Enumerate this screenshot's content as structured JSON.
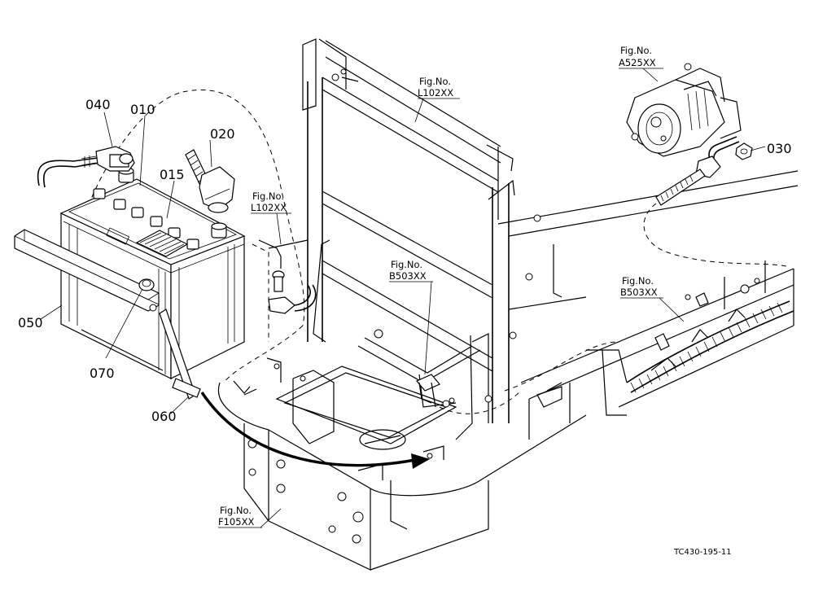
{
  "parts": [
    "040",
    "010",
    "020",
    "015",
    "030",
    "050",
    "070",
    "060"
  ],
  "fig_refs": {
    "a525": {
      "line1": "Fig.No.",
      "line2": "A525XX"
    },
    "l102_top": {
      "line1": "Fig.No.",
      "line2": "L102XX"
    },
    "l102_mid": {
      "line1": "Fig.No.",
      "line2": "L102XX"
    },
    "b503_mid": {
      "line1": "Fig.No.",
      "line2": "B503XX"
    },
    "b503_right": {
      "line1": "Fig.No.",
      "line2": "B503XX"
    },
    "f105": {
      "line1": "Fig.No.",
      "line2": "F105XX"
    }
  },
  "drawing_code": "TC430-195-11"
}
